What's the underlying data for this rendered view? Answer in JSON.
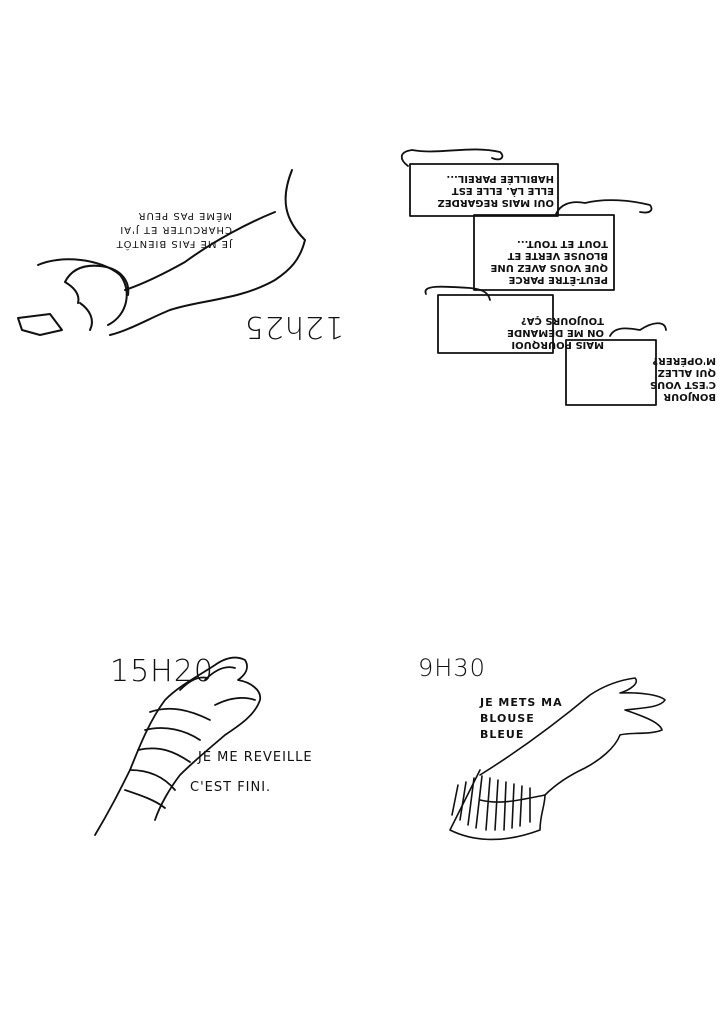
{
  "panels": {
    "top_left": {
      "time": "12h25",
      "caption": "JE ME FAIS BIENTÔT\nCHARCUTER ET J'AI\nMÊME PAS PEUR"
    },
    "top_right": {
      "bubble1": "BONJOUR\nC'EST VOUS\nQUI ALLEZ\nM'OPÉRER?",
      "bubble2": "MAIS POURQUOI\nON ME DEMANDE\nTOUJOURS ÇA?",
      "bubble3": "PEUT-ÊTRE PARCE\nQUE VOUS AVEZ UNE\nBLOUSE VERTE ET\nTOUT ET TOUT...",
      "bubble4": "OUI MAIS REGARDEZ\nELLE LÀ. ELLE EST\nHABILLÉE PAREIL..."
    },
    "bottom_left": {
      "time": "15H20",
      "line1": "JE ME REVEILLE",
      "line2": "C'EST FINI."
    },
    "bottom_right": {
      "time": "9H30",
      "caption": "JE METS MA\nBLOUSE\nBLEUE"
    }
  }
}
